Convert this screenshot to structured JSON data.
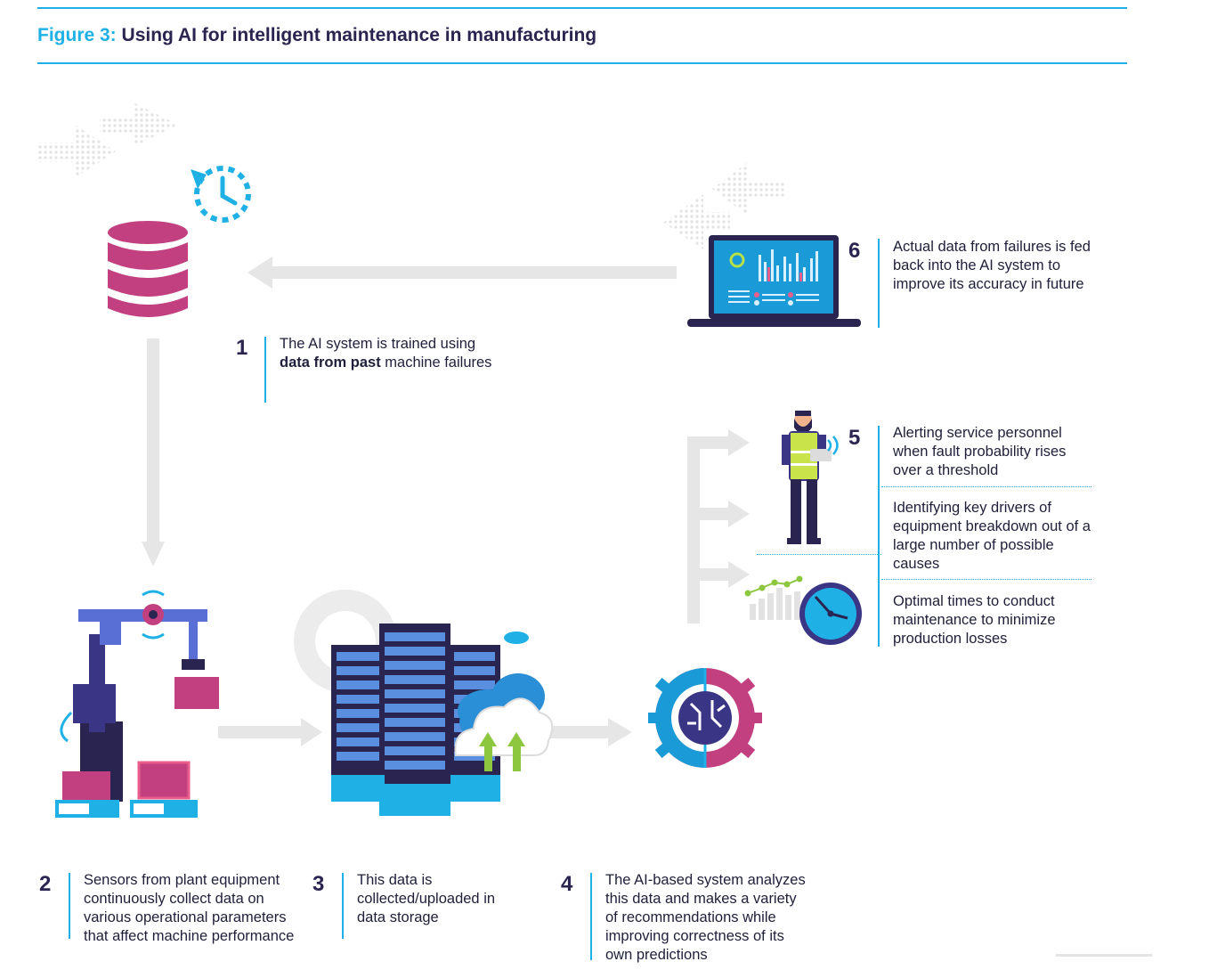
{
  "figure": {
    "label": "Figure 3:",
    "title": "Using AI for intelligent maintenance in manufacturing"
  },
  "steps": [
    {
      "number": "1",
      "text_before": "The AI system is trained using ",
      "text_bold": "data from past",
      "text_after": " machine failures"
    },
    {
      "number": "2",
      "text": "Sensors from plant equipment continuously collect data on various operational parameters that affect machine performance"
    },
    {
      "number": "3",
      "text": "This data is collected/uploaded in data storage"
    },
    {
      "number": "4",
      "text": "The AI-based system analyzes this data and makes a variety of recommendations while improving correctness of its own predictions"
    },
    {
      "number": "5",
      "outcomes": [
        "Alerting service personnel when fault probability rises over a threshold",
        "Identifying key drivers of equipment breakdown out of a large number of possible causes",
        "Optimal times to conduct maintenance to minimize production losses"
      ]
    },
    {
      "number": "6",
      "text": "Actual data from failures is fed back into the AI system to improve its accuracy in future"
    }
  ],
  "colors": {
    "accent_blue": "#1fb1e6",
    "magenta": "#c2407f",
    "navy": "#2a2450",
    "arrow_gray": "#e6e6e6",
    "green": "#8dc63f"
  },
  "icons": [
    "database-icon",
    "clock-refresh-icon",
    "laptop-dashboard-icon",
    "robot-arm-icon",
    "server-rack-icon",
    "cloud-upload-icon",
    "ai-gear-brain-icon",
    "worker-icon",
    "clock-chart-icon"
  ]
}
